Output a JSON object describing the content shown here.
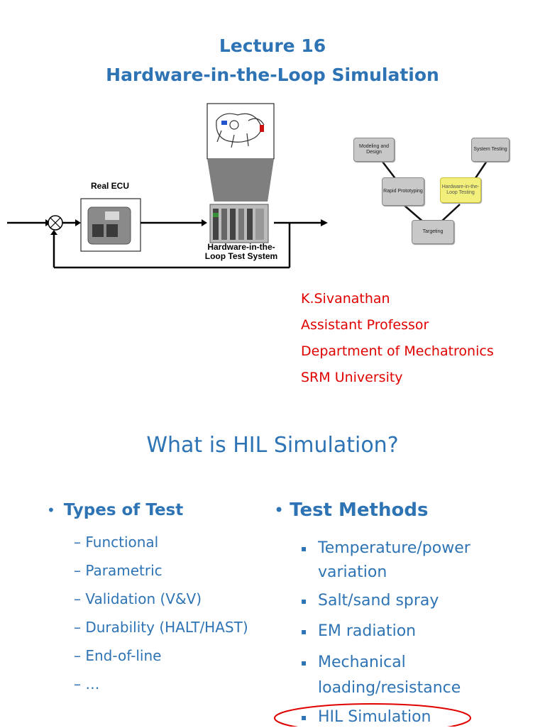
{
  "header": {
    "lecture_label": "Lecture 16",
    "title": "Hardware-in-the-Loop Simulation"
  },
  "diagram": {
    "ecu_label": "Real ECU",
    "hil_label_line1": "Hardware-in-the-",
    "hil_label_line2": "Loop Test System"
  },
  "vmodel": {
    "modeling": "Modeling and Design",
    "system_testing": "System Testing",
    "rapid": "Rapid Prototyping",
    "hil": "Hardware-in-the-Loop Testing",
    "targeting": "Targeting"
  },
  "author": {
    "name": "K.Sivanathan",
    "position": "Assistant Professor",
    "department": "Department of Mechatronics",
    "university": "SRM University"
  },
  "section2": {
    "heading": "What is HIL Simulation?",
    "left": {
      "title": "Types of Test",
      "items": [
        "Functional",
        "Parametric",
        "Validation (V&V)",
        "Durability (HALT/HAST)",
        "End-of-line",
        "…"
      ]
    },
    "right": {
      "title": "Test Methods",
      "items": [
        "Temperature/power variation",
        "Salt/sand spray",
        "EM radiation",
        "Mechanical loading/resistance",
        "HIL Simulation"
      ]
    }
  },
  "colors": {
    "accent_blue": "#2E74B5",
    "author_red": "#E00000",
    "highlight_oval": "#E00000",
    "hil_node_yellow": "#f2f07a"
  }
}
